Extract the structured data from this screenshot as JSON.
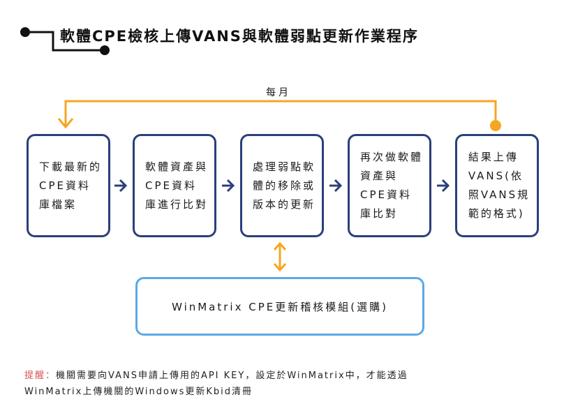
{
  "title": "軟體CPE檢核上傳VANS與軟體弱點更新作業程序",
  "loop_label": "每月",
  "steps": [
    {
      "text": "下載最新的\nCPE資料\n庫檔案"
    },
    {
      "text": "軟體資產與\nCPE資料\n庫進行比對"
    },
    {
      "text": "處理弱點軟\n體的移除或\n版本的更新"
    },
    {
      "text": "再次做軟體\n資產與\nCPE資料\n庫比對"
    },
    {
      "text": "結果上傳\nVANS(依\n照VANS規\n範的格式)"
    }
  ],
  "module": {
    "text": "WinMatrix CPE更新稽核模組(選購)"
  },
  "note": {
    "label": "提醒：",
    "text": "機關需要向VANS申請上傳用的API KEY，設定於WinMatrix中，才能透過\nWinMatrix上傳機關的Windows更新Kbid清冊"
  },
  "colors": {
    "box_border": "#2b3f7a",
    "module_border": "#5aa9e6",
    "loop": "#f5a623",
    "arrow": "#2b3f7a",
    "note_label": "#d9534f"
  }
}
